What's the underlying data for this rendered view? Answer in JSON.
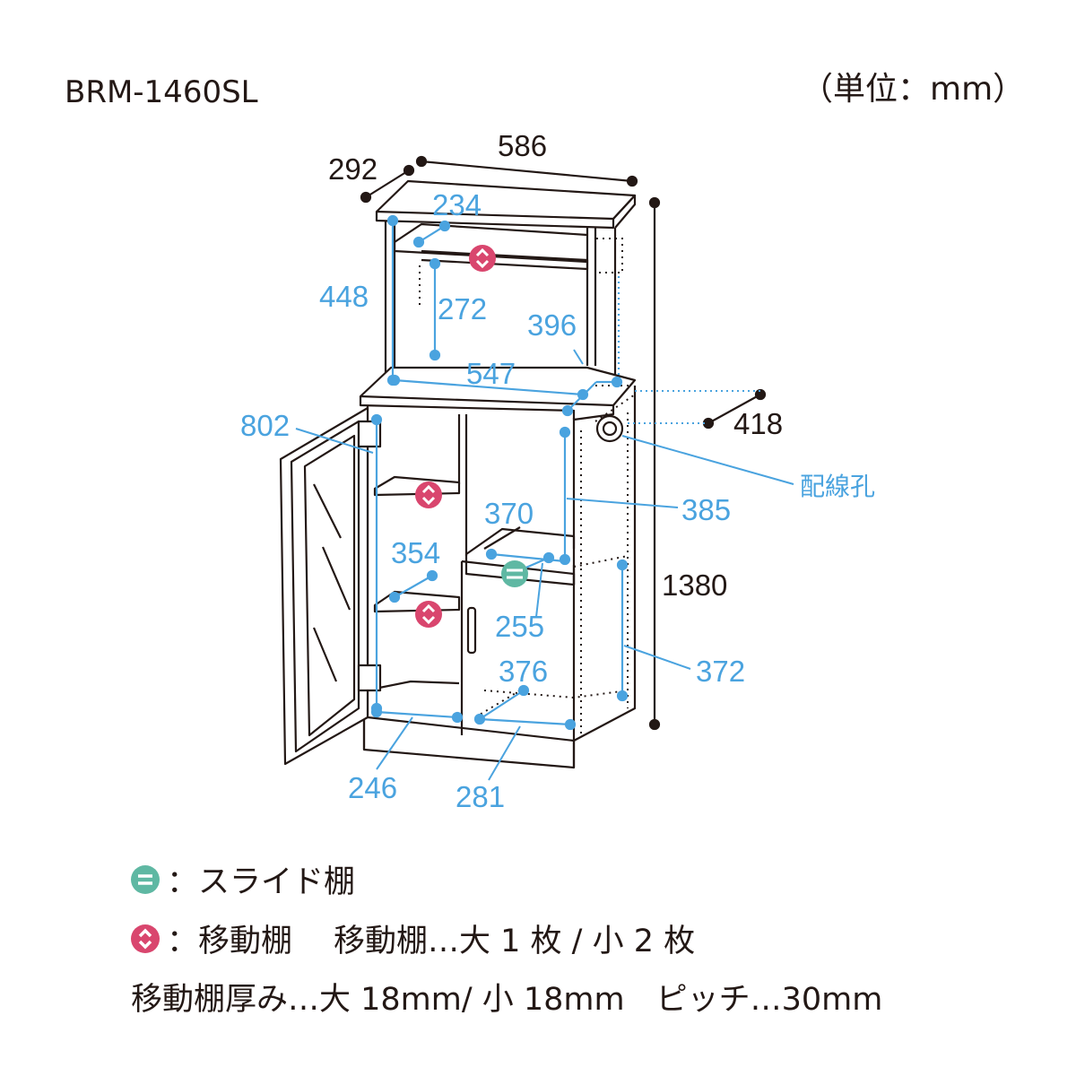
{
  "header": {
    "model": "BRM-1460SL",
    "unit": "（単位：mm）"
  },
  "dimensions": {
    "width": "586",
    "depth_top": "292",
    "height": "1380",
    "depth_base": "418",
    "upper_height": "448",
    "upper_inner_depth": "234",
    "upper_shelf_gap": "272",
    "upper_side": "396",
    "counter_width": "547",
    "door_height": "802",
    "right_compartment": "385",
    "slide_shelf_width": "370",
    "shelf_depth": "354",
    "slide_shelf_depth": "255",
    "lower_right_depth": "376",
    "lower_right_height": "372",
    "left_bottom_width": "246",
    "right_bottom_width": "281"
  },
  "labels": {
    "wiring_hole": "配線孔"
  },
  "legend": {
    "slide_shelf": "：スライド棚",
    "movable_shelf": "：移動棚",
    "shelf_counts": "移動棚…大 1 枚 / 小 2 枚",
    "specs": "移動棚厚み…大 18mm/ 小 18mm　ピッチ…30mm"
  },
  "colors": {
    "dimension_blue": "#4aa3df",
    "outline": "#231815",
    "slide_icon": "#5fb8a3",
    "movable_icon": "#d9466e"
  },
  "icons": {
    "slide": "slide-shelf-icon",
    "movable": "movable-shelf-icon"
  }
}
